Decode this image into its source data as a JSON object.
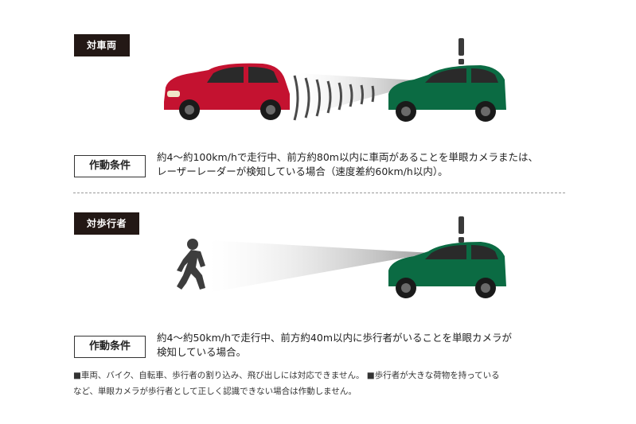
{
  "section_vehicle": {
    "tag": "対車両",
    "condition_label": "作動条件",
    "condition_line1": "約4〜約100km/hで走行中、前方約80m以内に車両があることを単眼カメラまたは、",
    "condition_line2": "レーザーレーダーが検知している場合（速度差約60km/h以内）。",
    "alert_glyph": "!"
  },
  "section_pedestrian": {
    "tag": "対歩行者",
    "condition_label": "作動条件",
    "condition_line1": "約4〜約50km/hで走行中、前方約40m以内に歩行者がいることを単眼カメラが",
    "condition_line2": "検知している場合。",
    "alert_glyph": "!"
  },
  "notes": {
    "line1": "■車両、バイク、自転車、歩行者の割り込み、飛び出しには対応できません。 ■歩行者が大きな荷物を持っている",
    "line2": "など、単眼カメラが歩行者として正しく認識できない場合は作動しません。"
  },
  "colors": {
    "red_car": "#c41230",
    "green_car": "#0b6b43",
    "tag_bg": "#231815"
  },
  "icons": [
    "alert-icon",
    "walking-pedestrian-icon",
    "radar-wave-icon",
    "camera-beam-icon"
  ]
}
